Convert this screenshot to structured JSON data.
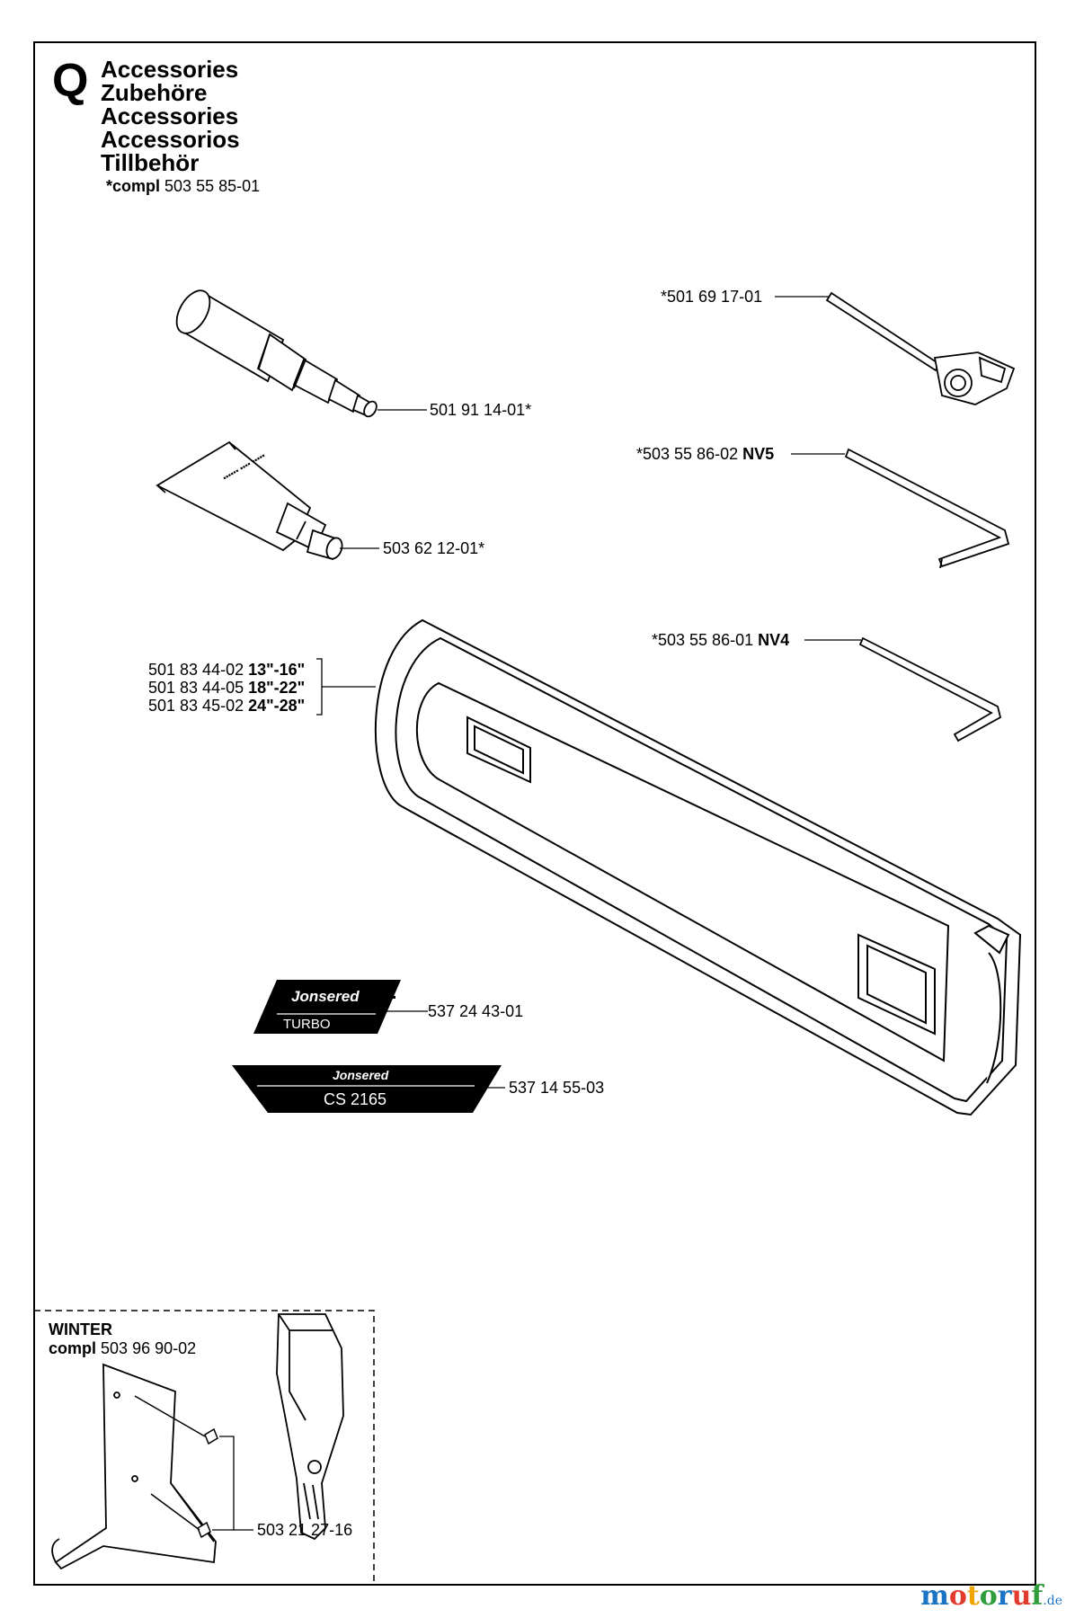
{
  "header": {
    "letter": "Q",
    "titles": [
      "Accessories",
      "Zubehöre",
      "Accessories",
      "Accessorios",
      "Tillbehör"
    ],
    "compl_label": "*compl",
    "compl_number": "503 55 85-01"
  },
  "labels": {
    "tool_part": "*501 69 17-01",
    "grease_gun_part": "501 91 14-01*",
    "hex_key_nv5_part": "*503 55 86-02",
    "hex_key_nv5_code": "NV5",
    "grease_tube_part": "503 62 12-01*",
    "hex_key_nv4_part": "*503 55 86-01",
    "hex_key_nv4_code": "NV4",
    "guard_rows": [
      {
        "part": "501 83 44-02",
        "size": "13\"-16\""
      },
      {
        "part": "501 83 44-05",
        "size": "18\"-22\""
      },
      {
        "part": "501 83 45-02",
        "size": "24\"-28\""
      }
    ],
    "decal_turbo_part": "537 24 43-01",
    "decal_cs_part": "537 14 55-03"
  },
  "decals": {
    "turbo_brand": "Jonsered",
    "turbo_text": "TURBO",
    "cs_brand": "Jonsered",
    "cs_text": "CS 2165"
  },
  "winter": {
    "title": "WINTER",
    "compl_label": "compl",
    "compl_number": "503 96 90-02",
    "screw_part": "503 21 27-16"
  },
  "watermark": {
    "text": "motoruf",
    "suffix": ".de",
    "colors": [
      "#1b74c4",
      "#e23b2e",
      "#f0a500",
      "#2e9d3a",
      "#1b74c4",
      "#e23b2e",
      "#2e9d3a"
    ]
  }
}
